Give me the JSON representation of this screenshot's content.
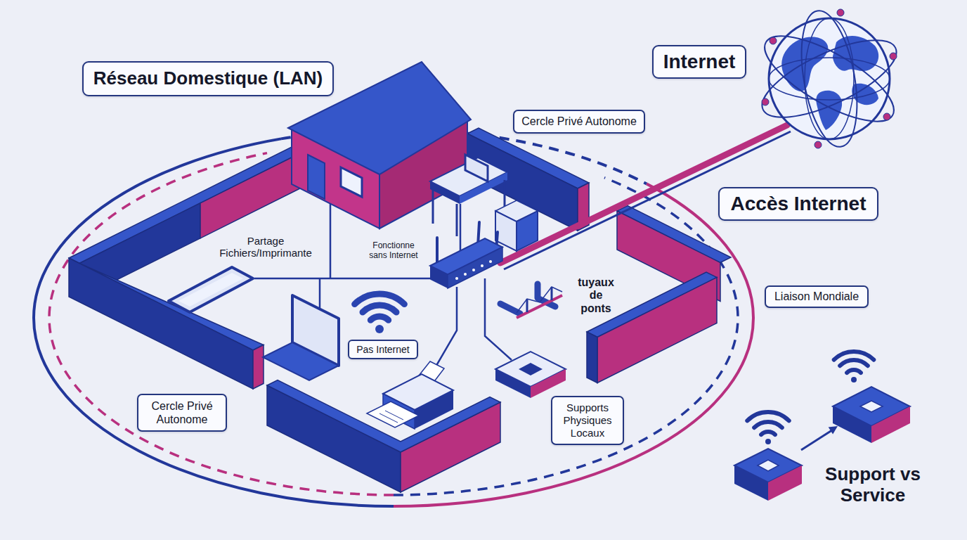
{
  "diagram": {
    "nodes": [
      {
        "text": [
          "Réseau Domestique (LAN)"
        ]
      },
      {
        "text": [
          "Internet"
        ]
      },
      {
        "text": [
          "Cercle Privé Autonome"
        ]
      },
      {
        "text": [
          "Accès Internet"
        ]
      },
      {
        "text": [
          "Liaison Mondiale"
        ]
      },
      {
        "text": [
          "Pas Internet"
        ]
      },
      {
        "text": [
          "Cercle Privé Autonome"
        ]
      },
      {
        "text": [
          "Supports Physiques Locaux"
        ]
      }
    ],
    "labels": [
      "Partage Fichiers/Imprimante",
      "Fonctionne sans Internet",
      "tuyaux de ponts",
      "Support vs Service"
    ]
  }
}
